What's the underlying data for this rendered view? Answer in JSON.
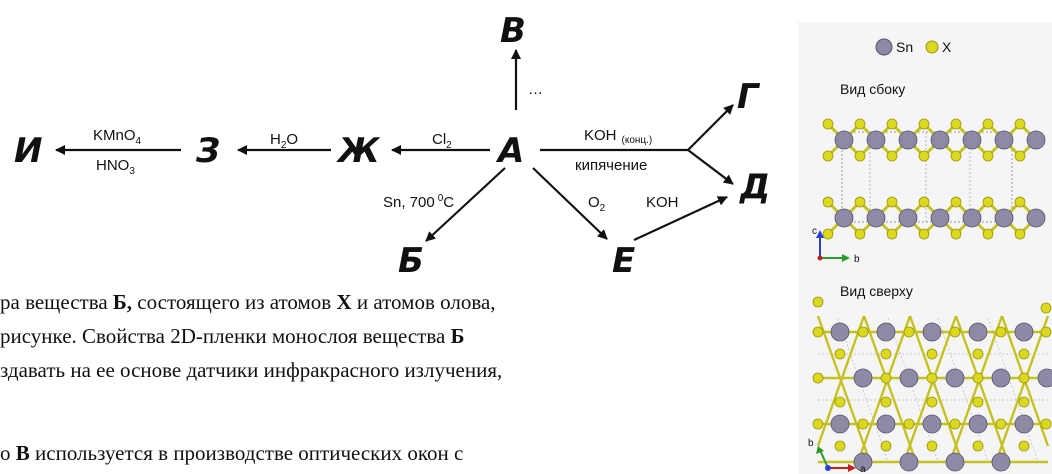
{
  "scheme": {
    "nodes": {
      "A": "А",
      "B": "Б",
      "V": "В",
      "G": "Г",
      "D": "Д",
      "E": "Е",
      "Zh": "Ж",
      "Z": "З",
      "I": "И"
    },
    "labels": {
      "a_v": "…",
      "a_zh": "Cl",
      "a_zh_sub": "2",
      "zh_z": "H",
      "zh_z_sub": "2",
      "zh_z_tail": "O",
      "z_i_top": "KMnO",
      "z_i_top_sub": "4",
      "z_i_bottom": "HNO",
      "z_i_bottom_sub": "3",
      "a_gd_top": "KOH",
      "a_gd_top_sub": "(конц.)",
      "a_gd_bottom": "кипячение",
      "a_b_main": "Sn, 700",
      "a_b_sup": "0",
      "a_b_unit": "C",
      "a_e": "O",
      "a_e_sub": "2",
      "e_d": "KOH"
    }
  },
  "text": {
    "line1_pre": "ра вещества ",
    "line1_b": "Б,",
    "line1_mid": " состоящего из атомов ",
    "line1_x": "X",
    "line1_post": " и атомов олова,",
    "line2_pre": " рисунке. Свойства 2D-пленки монослоя вещества ",
    "line2_b": "Б",
    "line3": "здавать на ее основе датчики инфракрасного излучения,",
    "line4_pre": "о ",
    "line4_b": "В",
    "line4_post": " используется в производстве оптических окон с"
  },
  "structure": {
    "legend_sn": "Sn",
    "legend_x": "X",
    "side_title": "Вид сбоку",
    "top_title": "Вид сверху",
    "axis_c": "c",
    "axis_b": "b",
    "axis_a": "a",
    "sn_color": "#8e8aa6",
    "x_color": "#dcd81e"
  }
}
